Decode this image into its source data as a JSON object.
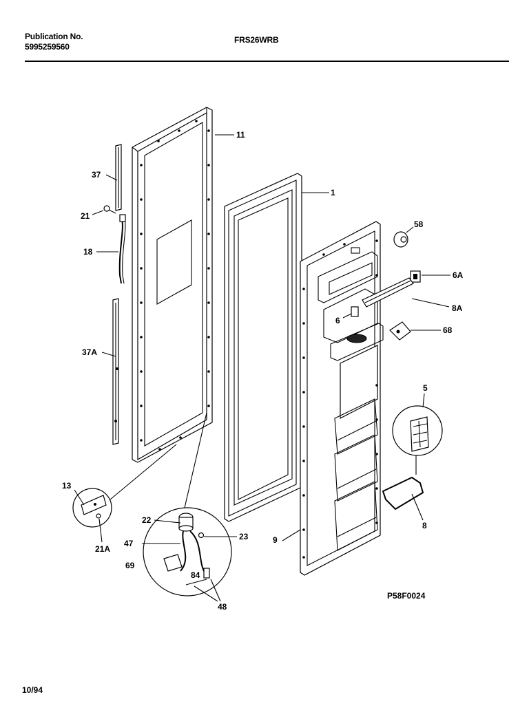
{
  "header": {
    "publication_label": "Publication No.",
    "publication_number": "5995259560",
    "model": "FRS26WRB"
  },
  "footer": {
    "date": "10/94"
  },
  "diagram": {
    "code": "P58F0024",
    "callouts": {
      "c11": "11",
      "c1": "1",
      "c37": "37",
      "c21": "21",
      "c18": "18",
      "c37a": "37A",
      "c13": "13",
      "c21a": "21A",
      "c22": "22",
      "c47": "47",
      "c69": "69",
      "c23": "23",
      "c84": "84",
      "c48": "48",
      "c9": "9",
      "c58": "58",
      "c6a": "6A",
      "c8a": "8A",
      "c68": "68",
      "c6": "6",
      "c5": "5",
      "c8": "8"
    }
  }
}
